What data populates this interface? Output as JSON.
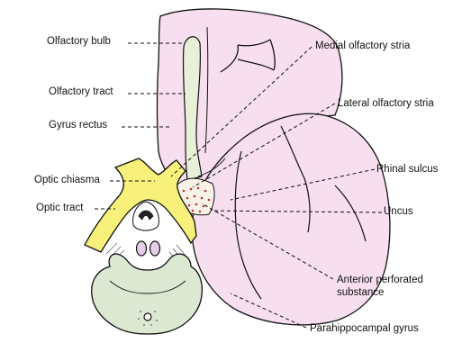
{
  "diagram": {
    "colors": {
      "brain_fill": "#f7dff0",
      "chiasma_fill": "#f7f07a",
      "midbrain_fill": "#dde8d2",
      "mammillary_fill": "#e6cdea",
      "outline": "#111111",
      "perforated_dots": "#c43535"
    },
    "labels": {
      "olfactory_bulb": "Olfactory bulb",
      "olfactory_tract": "Olfactory tract",
      "gyrus_rectus": "Gyrus rectus",
      "optic_chiasma": "Optic chiasma",
      "optic_tract": "Optic tract",
      "medial_olfactory_stria": "Medial olfactory stria",
      "lateral_olfactory_stria": "Lateral olfactory stria",
      "rhinal_sulcus": "Rhinal sulcus",
      "uncus": "Uncus",
      "anterior_perforated_substance_line1": "Anterior perforated",
      "anterior_perforated_substance_line2": "substance",
      "parahippocampal_gyrus": "Parahippocampal gyrus"
    }
  }
}
